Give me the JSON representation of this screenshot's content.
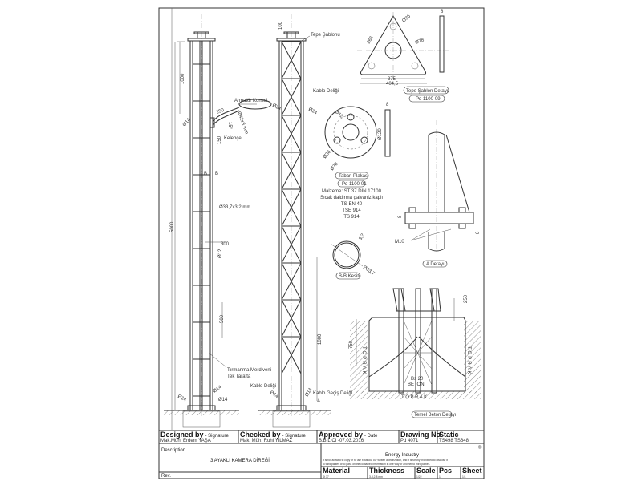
{
  "title_block": {
    "designed_by_label": "Designed by",
    "designed_by_suffix": "- Signature",
    "designed_by_value": "Mak.Müh. Erdem YAŞA",
    "checked_by_label": "Checked by",
    "checked_by_suffix": "- Signature",
    "checked_by_value": "Mak. Müh. Ruhi YILMAZ",
    "approved_by_label": "Approved by",
    "approved_by_suffix": "- Date",
    "approved_by_value": "B.BILICI -07.03.2016",
    "drawing_no_label": "Drawing No",
    "drawing_no_value": "Pd 4071",
    "static_label": "Static",
    "static_value": "TS498  TS648",
    "description_label": "Description",
    "description_value": "3 AYAKLI KAMERA DİREĞİ",
    "company": "Energy Industry",
    "copyright_symbol": "®",
    "notice_line1": "It is not allowed to copy or to use it without our written authorization, and it is strictly prohibited to disclose it",
    "notice_line2": "to third parties or to pass on the contained information in one way or another to third parties.",
    "material_label": "Material",
    "material_value": "St 37",
    "thickness_label": "Thickness",
    "thickness_value": "3-3,2-8 mm",
    "scale_label": "Scale",
    "scale_value": "1/22",
    "pcs_label": "Pcs",
    "pcs_value": "1",
    "sheet_label": "Sheet",
    "sheet_value": "1/1",
    "rev_label": "Rev."
  },
  "front_view": {
    "dim_top": "1000",
    "dim_total": "5000",
    "dim_arm": "250",
    "dim_150": "150",
    "dim_15": "15°",
    "arm_pipe": "Ø42x3 mm",
    "dia14_a": "Ø14",
    "section_mark": "B",
    "tube": "Ø33,7x3,2 mm",
    "dim_300": "300",
    "dim_12": "Ø12",
    "dim_500": "500",
    "armatur": "Armatür Konsol",
    "kelepce": "Kelepçe",
    "ladder_1": "Tırmanma Merdiveni",
    "ladder_2": "Tek Tarafta",
    "dia14_b": "Ø14",
    "dia14_c": "Ø14",
    "dia14_d": "Ø14"
  },
  "side_view": {
    "dim_100": "100",
    "tepe_sablonu": "Tepe Şablonu",
    "kablo_deligi_top": "Kablo Deliği",
    "dia14_l": "Ø14",
    "dia14_r": "Ø14",
    "dim_1000": "1000",
    "kablo_deligi_bottom": "Kablo Deliği",
    "kablo_gecis": "Kablo Geçiş Deliği",
    "dia14_bl": "Ø14",
    "dia14_br": "Ø14",
    "mark_a": "A"
  },
  "tepe_sablon": {
    "d36": "Ø36",
    "d78": "Ø78",
    "side": "266",
    "w375": "375",
    "w404": "404,5",
    "thk": "8",
    "title": "Tepe Şablon Detayı",
    "code": "Pd 1100-09"
  },
  "taban_plaka": {
    "d12": "Ø12",
    "d36": "Ø36",
    "d78": "Ø78",
    "d120": "Ø120",
    "thk": "8",
    "title": "Taban Plakası",
    "code": "Pd 1100-01",
    "notes": [
      "Malzeme: ST 37  DIN  17100",
      "Sıcak daldırma galvaniz kaplı",
      "TS-EN 40",
      "TSE 914",
      "TS 914"
    ]
  },
  "a_detail": {
    "thk": "8",
    "bolt": "M10",
    "title": "A Detayı"
  },
  "bb_section": {
    "wall": "3,2",
    "dia": "Ø33,7",
    "title": "B-B Kesiti"
  },
  "foundation": {
    "dim_250": "250",
    "dim_750": "750",
    "soil_v": "TOPRAK",
    "concrete_1": "Bs 20",
    "concrete_2": "BETON",
    "soil_h": "T O P R A K",
    "title": "Temel Beton Detayı"
  }
}
